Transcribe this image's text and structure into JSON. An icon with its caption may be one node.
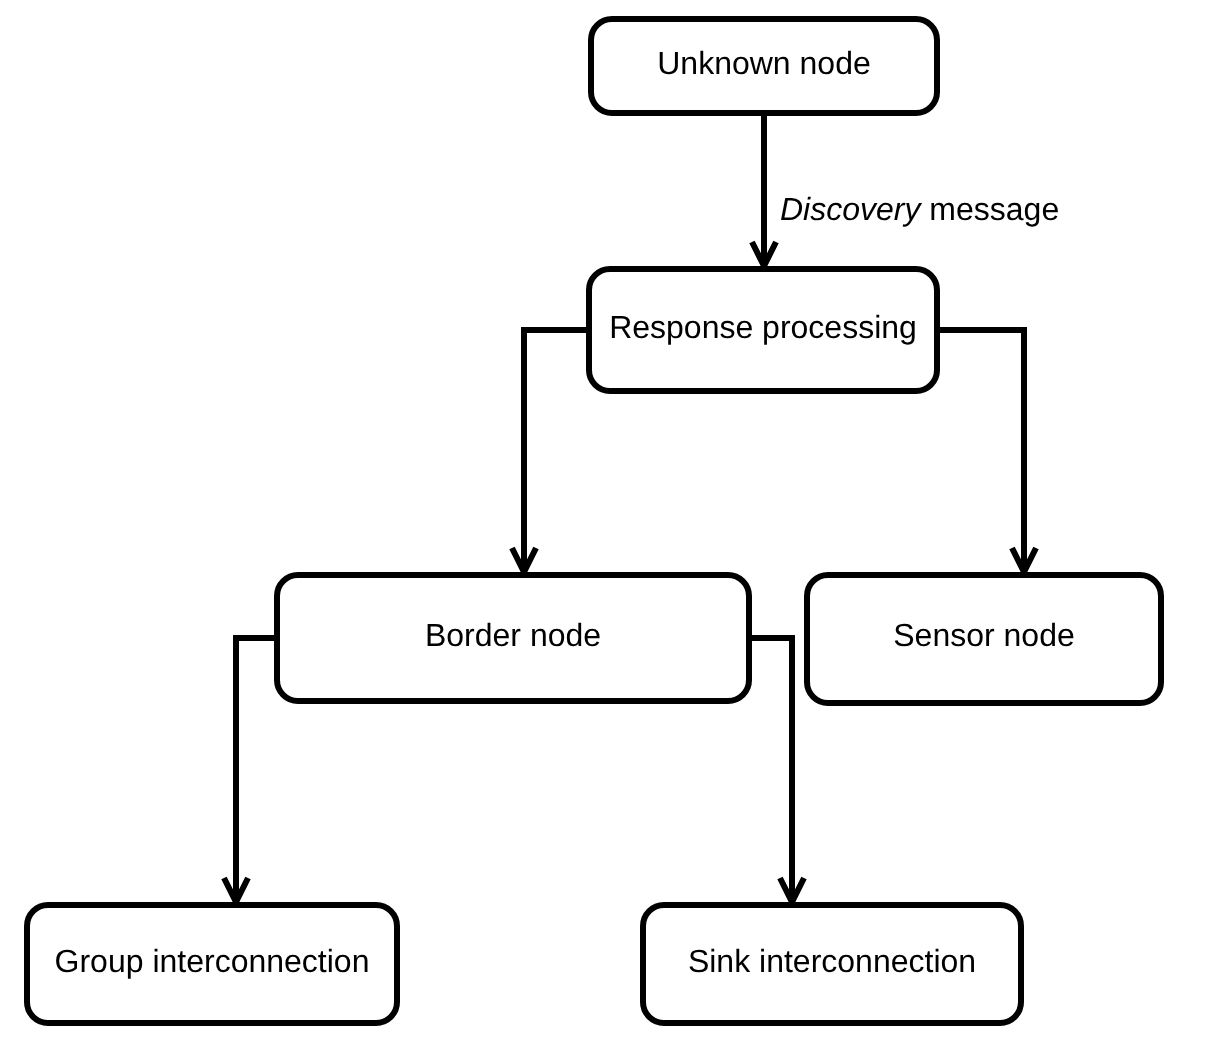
{
  "diagram": {
    "nodes": [
      {
        "text": [
          "Unknown node"
        ]
      },
      {
        "text": [
          "Response processing"
        ]
      },
      {
        "text": [
          "Border node"
        ]
      },
      {
        "text": [
          "Sensor node"
        ]
      },
      {
        "text": [
          "Group interconnection"
        ]
      },
      {
        "text": [
          "Sink interconnection"
        ]
      }
    ],
    "edges": [
      {
        "from": 0,
        "to": 1,
        "arrow": "to",
        "label": "*Discovery* message"
      },
      {
        "from": 1,
        "to": 2,
        "arrow": "to"
      },
      {
        "from": 1,
        "to": 3,
        "arrow": "to"
      },
      {
        "from": 2,
        "to": 4,
        "arrow": "to"
      },
      {
        "from": 2,
        "to": 5,
        "arrow": "to"
      }
    ]
  }
}
